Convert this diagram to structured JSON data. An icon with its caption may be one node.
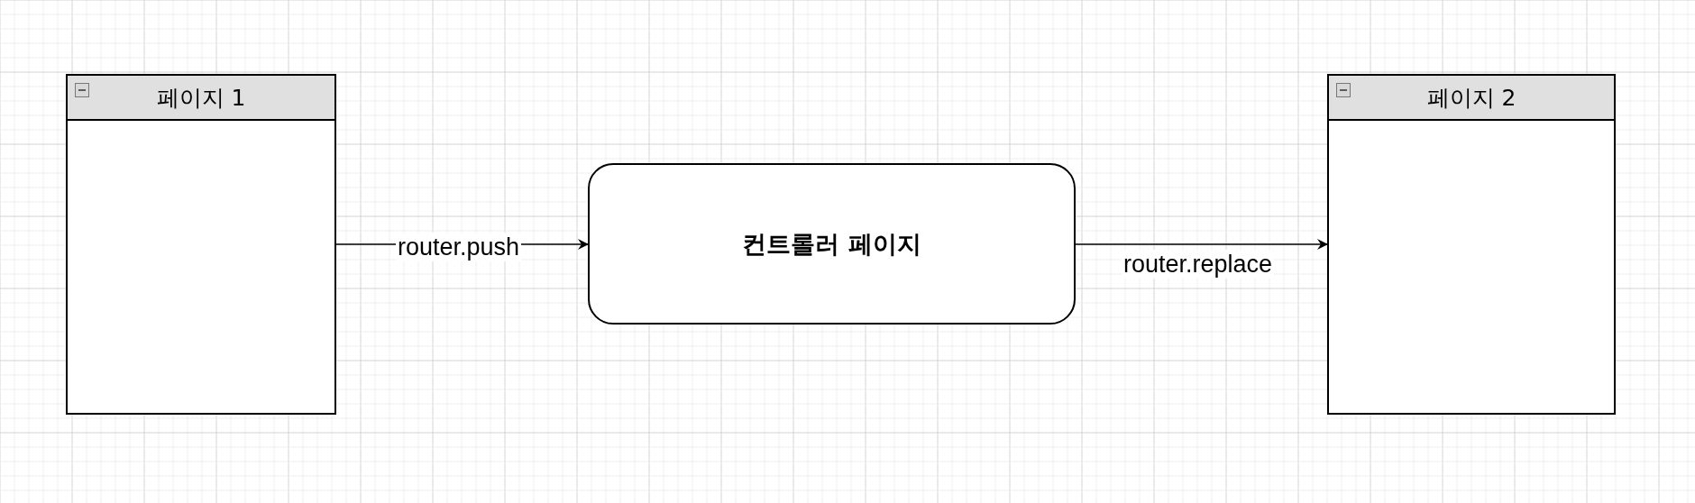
{
  "diagram": {
    "nodes": [
      {
        "text": [
          "페이지 1"
        ]
      },
      {
        "text": [
          "컨트롤러 페이지"
        ]
      },
      {
        "text": [
          "페이지 2"
        ]
      }
    ],
    "edges": [
      {
        "from": 0,
        "to": 1,
        "arrow": "to",
        "label": "router.push"
      },
      {
        "from": 1,
        "to": 2,
        "arrow": "to",
        "label": "router.replace"
      }
    ]
  }
}
